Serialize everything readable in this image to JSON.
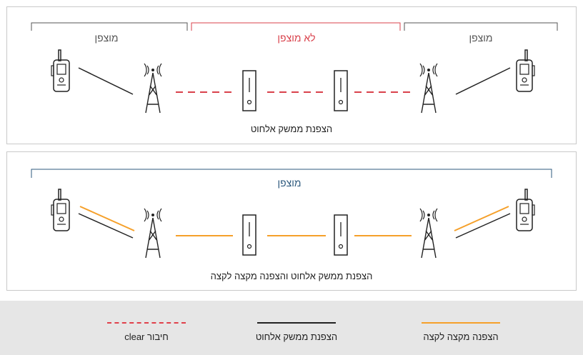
{
  "panel_top": {
    "segments": [
      "מוצפן",
      "לא מוצפן",
      "מוצפן"
    ],
    "caption": "הצפנת ממשק אלחוט"
  },
  "panel_bottom": {
    "segment": "מוצפן",
    "caption": "הצפנת ממשק אלחוט והצפנה מקצה לקצה"
  },
  "legend": [
    {
      "label": "הצפנה מקצה לקצה",
      "style": "solid",
      "color": "#f5a02a"
    },
    {
      "label": "הצפנת ממשק אלחוט",
      "style": "solid",
      "color": "#222222"
    },
    {
      "label": "חיבור clear",
      "style": "dashed",
      "color": "#e0404a"
    }
  ],
  "colors": {
    "encrypted": "#2e5a7e",
    "not_encrypted": "#d9414b",
    "encrypted_gray": "#555555",
    "e2e": "#f5a02a",
    "air": "#222222"
  }
}
